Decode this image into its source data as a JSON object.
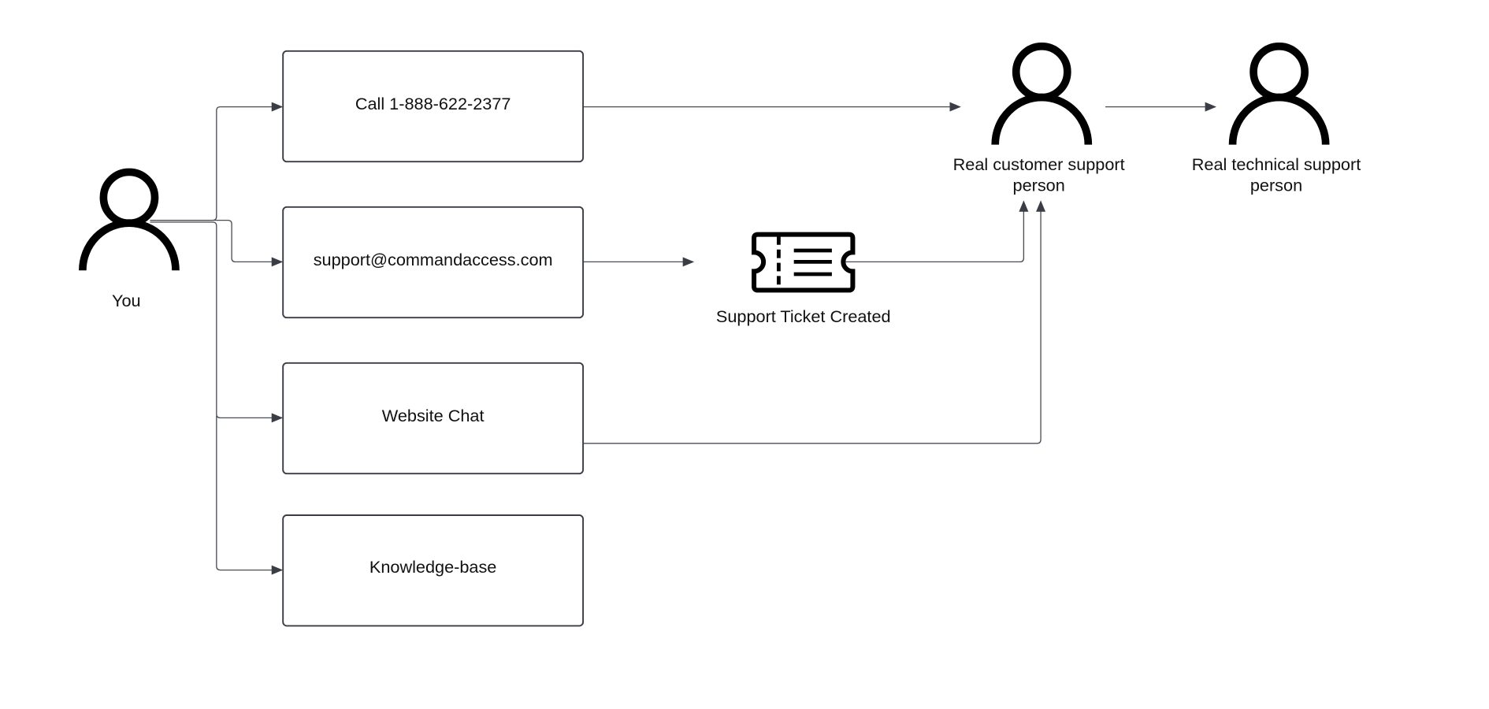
{
  "nodes": {
    "you": "You",
    "call": "Call 1-888-622-2377",
    "email": "support@commandaccess.com",
    "chat": "Website Chat",
    "kb": "Knowledge-base",
    "ticket": "Support Ticket Created",
    "customer_support_line1": "Real customer support",
    "customer_support_line2": "person",
    "tech_support_line1": "Real technical support",
    "tech_support_line2": "person"
  },
  "icons": {
    "person": "person-icon",
    "ticket": "ticket-icon"
  }
}
